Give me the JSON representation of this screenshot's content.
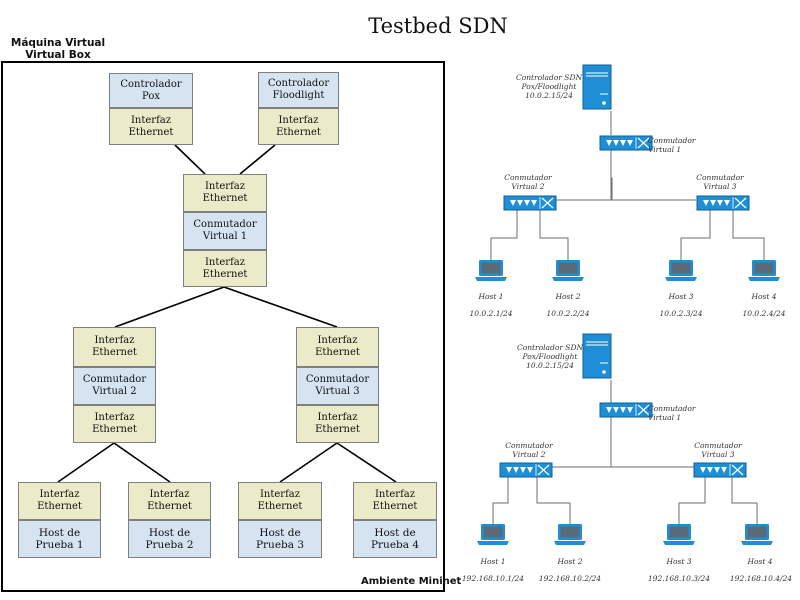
{
  "title": "Testbed SDN",
  "vm_label": "Máquina Virtual\nVirtual Box",
  "environment_label": "Ambiente Mininet",
  "left": {
    "controller_pox": "Controlador\nPox",
    "controller_floodlight": "Controlador\nFloodlight",
    "interface": "Interfaz\nEthernet",
    "switch1": "Conmutador\nVirtual 1",
    "switch2": "Conmutador\nVirtual 2",
    "switch3": "Conmutador\nVirtual 3",
    "hosts": [
      "Host de Prueba 1",
      "Host de Prueba 2",
      "Host de Prueba 3",
      "Host de Prueba 4"
    ]
  },
  "top_topology": {
    "controller": "Controlador SDN\nPox/Floodlight\n10.0.2.15/24",
    "switch1": "Conmutador\nVirtual 1",
    "switch2": "Conmutador\nVirtual 2",
    "switch3": "Conmutador\nVirtual 3",
    "hosts": [
      {
        "name": "Host 1",
        "ip": "10.0.2.1/24"
      },
      {
        "name": "Host 2",
        "ip": "10.0.2.2/24"
      },
      {
        "name": "Host 3",
        "ip": "10.0.2.3/24"
      },
      {
        "name": "Host 4",
        "ip": "10.0.2.4/24"
      }
    ]
  },
  "bottom_topology": {
    "controller": "Controlador SDN\nPox/Floodlight\n10.0.2.15/24",
    "switch1": "Conmutador\nVirtual 1",
    "switch2": "Conmutador\nVirtual 2",
    "switch3": "Conmutador\nVirtual 3",
    "hosts": [
      {
        "name": "Host 1",
        "ip": "192.168.10.1/24"
      },
      {
        "name": "Host 2",
        "ip": "192.168.10.2/24"
      },
      {
        "name": "Host 3",
        "ip": "192.168.10.3/24"
      },
      {
        "name": "Host 4",
        "ip": "192.168.10.4/24"
      }
    ]
  },
  "colors": {
    "ethernet_fill": "#ecebc9",
    "switch_fill": "#d6e4f2",
    "network_icon_blue": "#1e8fd6"
  }
}
